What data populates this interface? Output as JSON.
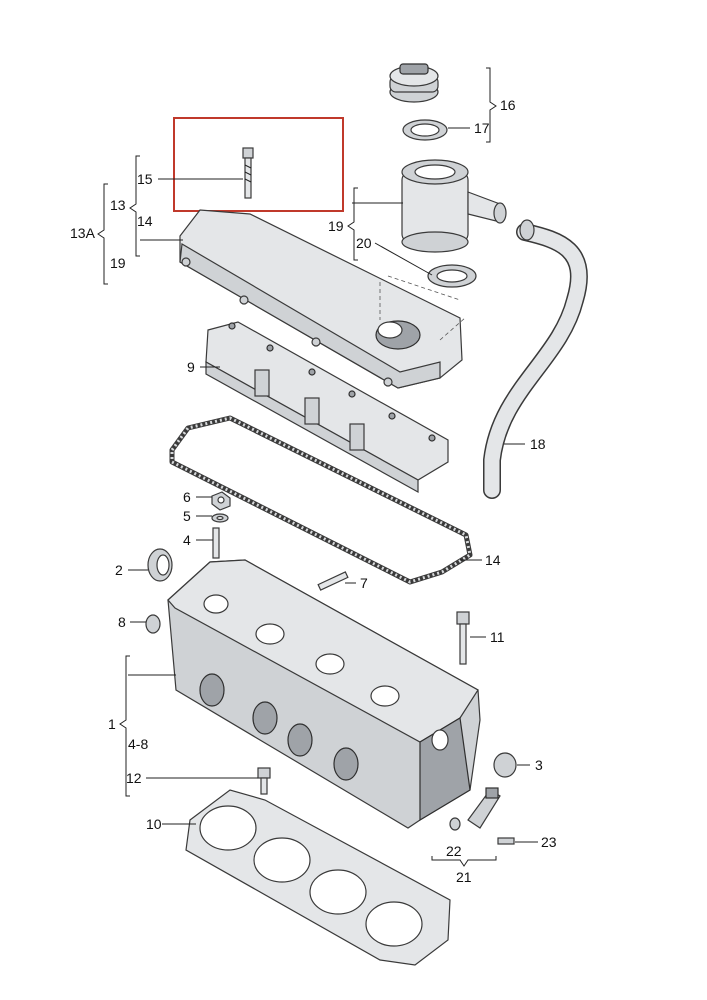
{
  "labels": {
    "c1": "1",
    "c2": "2",
    "c3": "3",
    "c4": "4",
    "c4_8": "4-8",
    "c5": "5",
    "c6": "6",
    "c7": "7",
    "c8": "8",
    "c9": "9",
    "c10": "10",
    "c11": "11",
    "c12": "12",
    "c13": "13",
    "c13A": "13A",
    "c14a": "14",
    "c14b": "14",
    "c15": "15",
    "c16": "16",
    "c17": "17",
    "c18": "18",
    "c19a": "19",
    "c19b": "19",
    "c20": "20",
    "c21": "21",
    "c22": "22",
    "c23": "23"
  },
  "highlight_color": "#c0392b"
}
